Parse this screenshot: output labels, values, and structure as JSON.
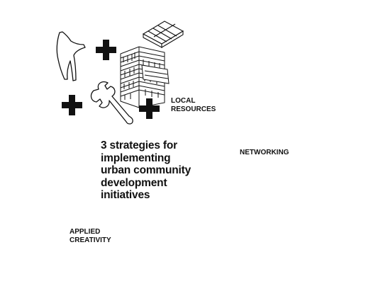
{
  "title_lines": [
    "3 strategies for",
    "implementing",
    "urban community",
    "development",
    "initiatives"
  ],
  "labels": {
    "local_resources": [
      "LOCAL",
      "RESOURCES"
    ],
    "networking": "NETWORKING",
    "applied_creativity": [
      "APPLIED",
      "CREATIVITY"
    ]
  },
  "colors": {
    "accent": "#cfc22b",
    "ink": "#111111",
    "background": "#ffffff"
  },
  "icons": [
    "human-figure-icon",
    "plus-icon",
    "pallet-icon",
    "pallet-stack-icon",
    "wrench-icon",
    "lightbulb-icon",
    "speech-bubble-icon"
  ]
}
